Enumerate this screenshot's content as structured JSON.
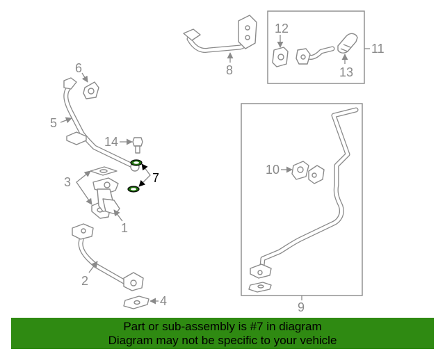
{
  "callouts": {
    "c1": "1",
    "c2": "2",
    "c3": "3",
    "c4": "4",
    "c5": "5",
    "c6": "6",
    "c7": "7",
    "c8": "8",
    "c9": "9",
    "c10": "10",
    "c11": "11",
    "c12": "12",
    "c13": "13",
    "c14": "14"
  },
  "highlight_color": "#1f6f0c",
  "banner": {
    "line1": "Part or sub-assembly is #7 in diagram",
    "line2": "Diagram may not be specific to your vehicle",
    "color": "#2f8a12"
  }
}
